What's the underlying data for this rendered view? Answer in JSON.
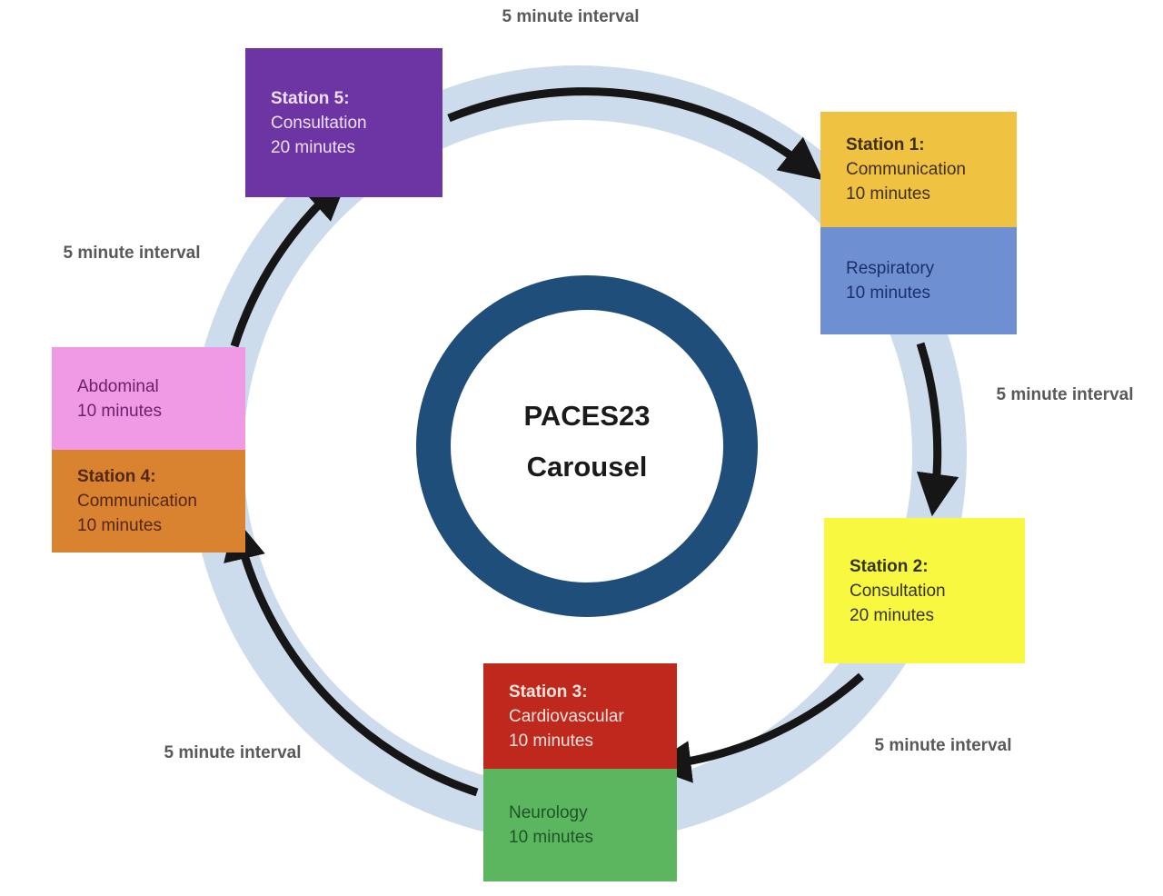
{
  "hub": {
    "line1": "PACES23",
    "line2": "Carousel"
  },
  "interval_labels": [
    "5 minute interval",
    "5 minute interval",
    "5 minute interval",
    "5 minute interval",
    "5 minute interval"
  ],
  "boxes": [
    {
      "name": "Station 5",
      "title": "Station 5:",
      "lines": [
        "Consultation",
        "20 minutes"
      ],
      "bg": "#6c35a3",
      "fg": "#eee0f8"
    },
    {
      "name": "Station 1",
      "title": "Station 1:",
      "lines": [
        "Communication",
        "10 minutes"
      ],
      "bg": "#f0c242",
      "fg": "#3f2e11"
    },
    {
      "name": "Respiratory",
      "lines": [
        "Respiratory",
        "10 minutes"
      ],
      "bg": "#6e90d2",
      "fg": "#1b2f6b"
    },
    {
      "name": "Station 2",
      "title": "Station 2:",
      "lines": [
        "Consultation",
        "20 minutes"
      ],
      "bg": "#f9f840",
      "fg": "#35330c"
    },
    {
      "name": "Station 3",
      "title": "Station 3:",
      "lines": [
        "Cardiovascular",
        "10 minutes"
      ],
      "bg": "#bf291d",
      "fg": "#f6e3de"
    },
    {
      "name": "Neurology",
      "lines": [
        "Neurology",
        "10 minutes"
      ],
      "bg": "#5cb660",
      "fg": "#1e5526"
    },
    {
      "name": "Abdominal",
      "lines": [
        "Abdominal",
        "10 minutes"
      ],
      "bg": "#f09ae6",
      "fg": "#6d2168"
    },
    {
      "name": "Station 4",
      "title": "Station 4:",
      "lines": [
        "Communication",
        "10 minutes"
      ],
      "bg": "#d9822f",
      "fg": "#53270c"
    }
  ],
  "colors": {
    "ring_outer": "#cddcec",
    "ring_inner": "#1f4e7a",
    "arrow": "#161616",
    "label": "#58595b",
    "hub_text": "#1a1a1a",
    "background": "#ffffff"
  }
}
